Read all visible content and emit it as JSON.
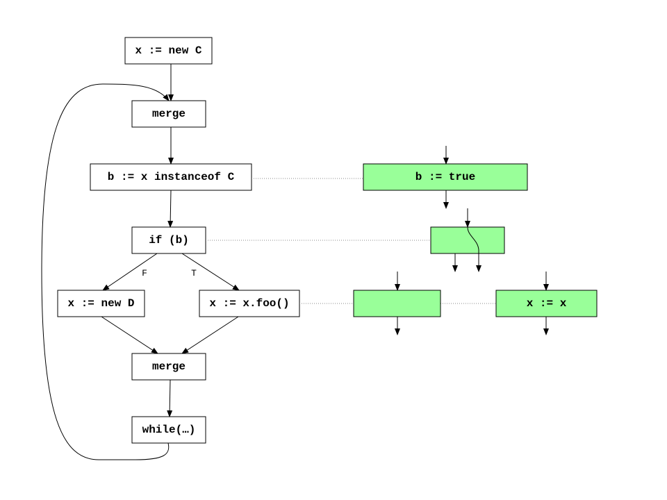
{
  "colors": {
    "node_fill": "#ffffff",
    "highlight_fill": "#99ff99",
    "stroke": "#000000",
    "dotted_link": "#888888"
  },
  "cfg": {
    "nodes": {
      "n1": "x := new C",
      "n2": "merge",
      "n3": "b := x instanceof C",
      "n4": "if (b)",
      "n5": "x := new D",
      "n6": "x := x.foo()",
      "n7": "merge",
      "n8": "while(…)"
    },
    "branch_labels": {
      "false": "F",
      "true": "T"
    }
  },
  "transformed": {
    "b_assign": "b := true",
    "if_box": "",
    "empty_box": "",
    "x_assign": "x := x"
  }
}
